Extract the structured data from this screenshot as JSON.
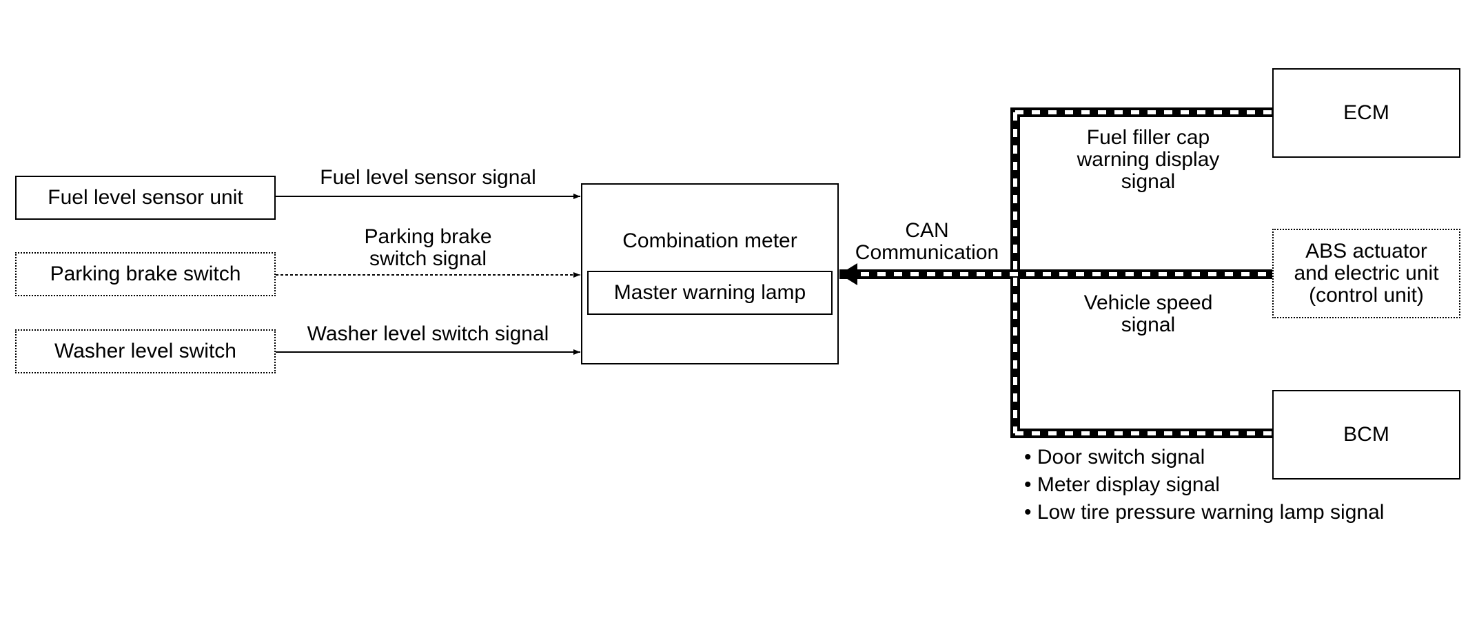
{
  "boxes": {
    "fuel_level_sensor_unit": "Fuel level sensor unit",
    "parking_brake_switch": "Parking brake switch",
    "washer_level_switch": "Washer level switch",
    "combination_meter": "Combination meter",
    "master_warning_lamp": "Master warning lamp",
    "ecm": "ECM",
    "abs_unit": "ABS actuator\nand electric unit\n(control unit)",
    "bcm": "BCM"
  },
  "signals": {
    "fuel_level_sensor_signal": "Fuel level sensor signal",
    "parking_brake_switch_signal": "Parking brake\nswitch signal",
    "washer_level_switch_signal": "Washer level switch signal",
    "can_communication": "CAN\nCommunication",
    "fuel_filler_cap_signal": "Fuel filler cap\nwarning display\nsignal",
    "vehicle_speed_signal": "Vehicle speed\nsignal"
  },
  "bcm_signals": [
    "Door switch signal",
    "Meter display signal",
    "Low tire pressure warning lamp signal"
  ]
}
